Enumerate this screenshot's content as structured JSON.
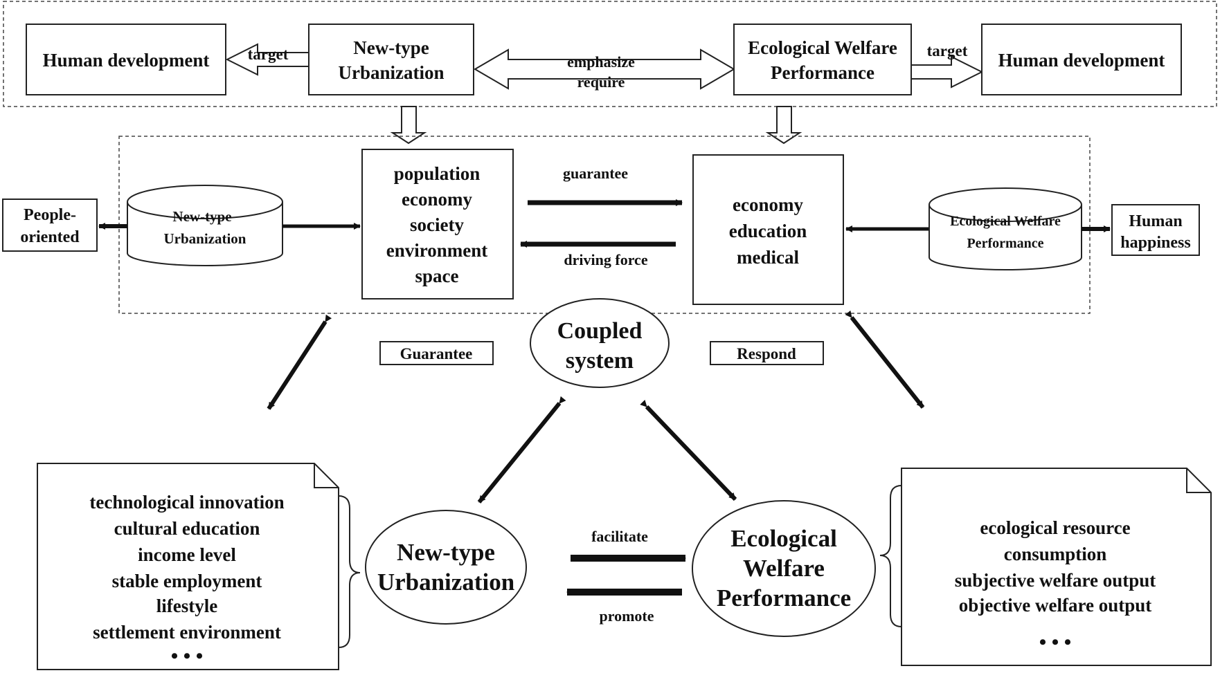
{
  "top": {
    "human_dev_left": "Human development",
    "target_left": "target",
    "ntu": [
      "New-type",
      "Urbanization"
    ],
    "emphasize": "emphasize",
    "require": "require",
    "ewp": [
      "Ecological Welfare",
      "Performance"
    ],
    "target_right": "target",
    "human_dev_right": "Human development"
  },
  "middle": {
    "people_oriented": [
      "People-",
      "oriented"
    ],
    "ntu_cyl": [
      "New-type",
      "Urbanization"
    ],
    "left_box": [
      "population",
      "economy",
      "society",
      "environment",
      "space"
    ],
    "guarantee_arrow": "guarantee",
    "driving_force": "driving force",
    "right_box": [
      "economy",
      "education",
      "medical"
    ],
    "ewp_cyl": [
      "Ecological Welfare",
      "Performance"
    ],
    "human_happiness": [
      "Human",
      "happiness"
    ]
  },
  "center": {
    "guarantee_label": "Guarantee",
    "respond_label": "Respond",
    "coupled": [
      "Coupled",
      "system"
    ]
  },
  "bottom": {
    "left_doc": [
      "technological innovation",
      "cultural education",
      "income level",
      "stable employment",
      "lifestyle",
      "settlement environment"
    ],
    "ellipsis": "• • •",
    "ntu_ellipse": [
      "New-type",
      "Urbanization"
    ],
    "facilitate": "facilitate",
    "promote": "promote",
    "ewp_ellipse": [
      "Ecological",
      "Welfare",
      "Performance"
    ],
    "right_doc": [
      "ecological resource",
      "consumption",
      "subjective welfare output",
      "objective welfare output"
    ]
  }
}
